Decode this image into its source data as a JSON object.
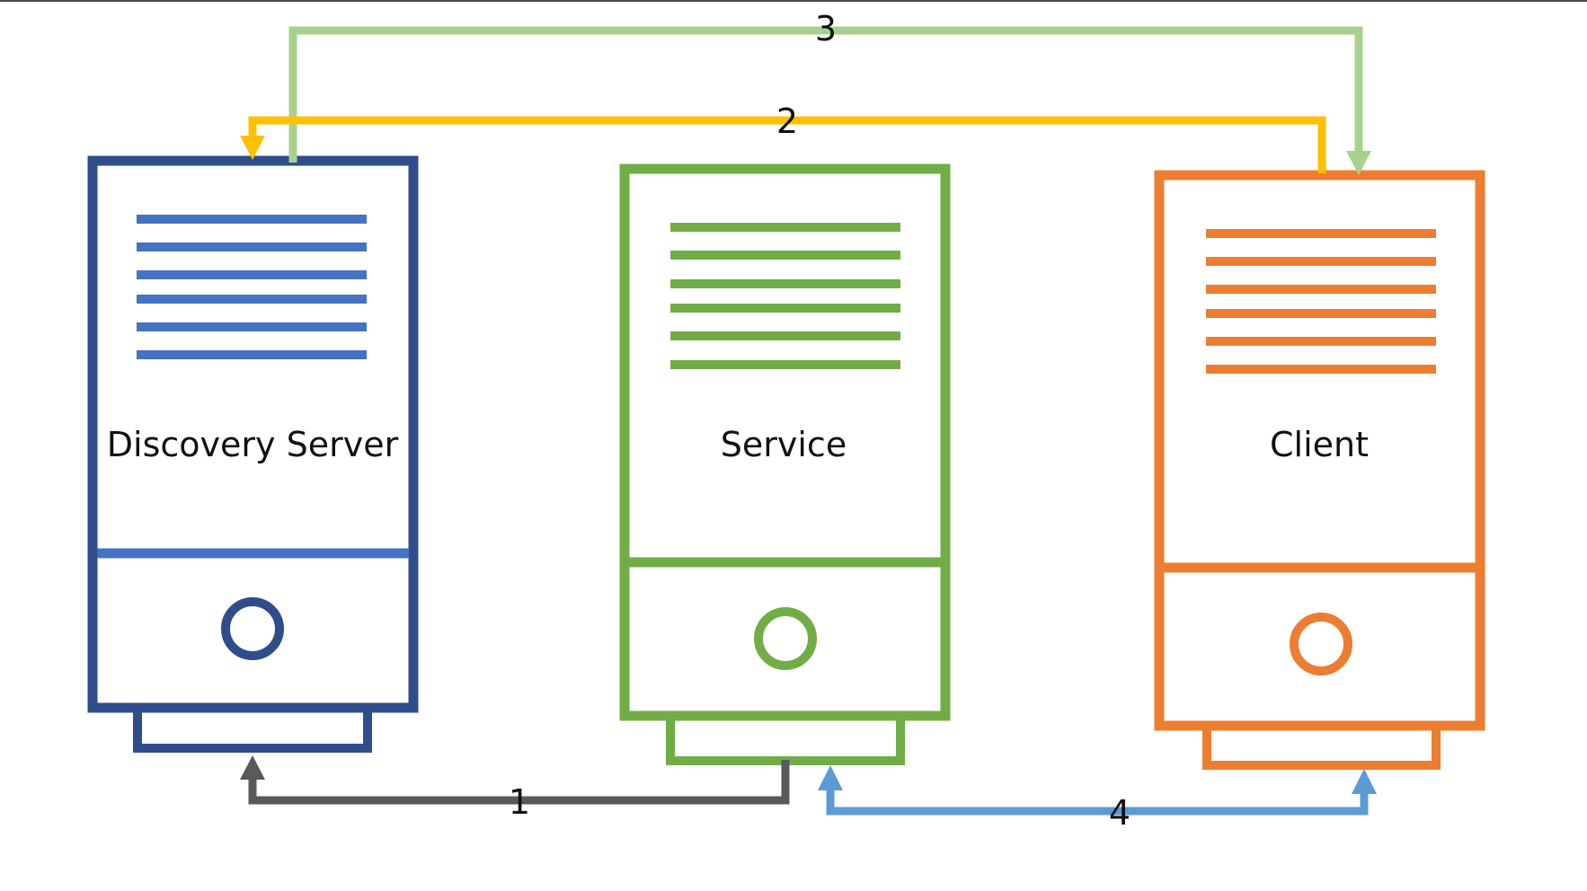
{
  "servers": [
    {
      "id": "discovery",
      "label": "Discovery Server",
      "color": "#2f4d8a",
      "line_color": "#4472c4"
    },
    {
      "id": "service",
      "label": "Service",
      "color": "#70ad47",
      "line_color": "#70ad47"
    },
    {
      "id": "client",
      "label": "Client",
      "color": "#ed7d31",
      "line_color": "#ed7d31"
    }
  ],
  "steps": [
    {
      "number": "1",
      "color": "#595959",
      "from": "service",
      "to": "discovery"
    },
    {
      "number": "2",
      "color": "#ffc000",
      "from": "client",
      "to": "discovery"
    },
    {
      "number": "3",
      "color": "#a9d18e",
      "from": "discovery",
      "to": "client"
    },
    {
      "number": "4",
      "color": "#5b9bd5",
      "from": "client",
      "to": "service"
    }
  ]
}
